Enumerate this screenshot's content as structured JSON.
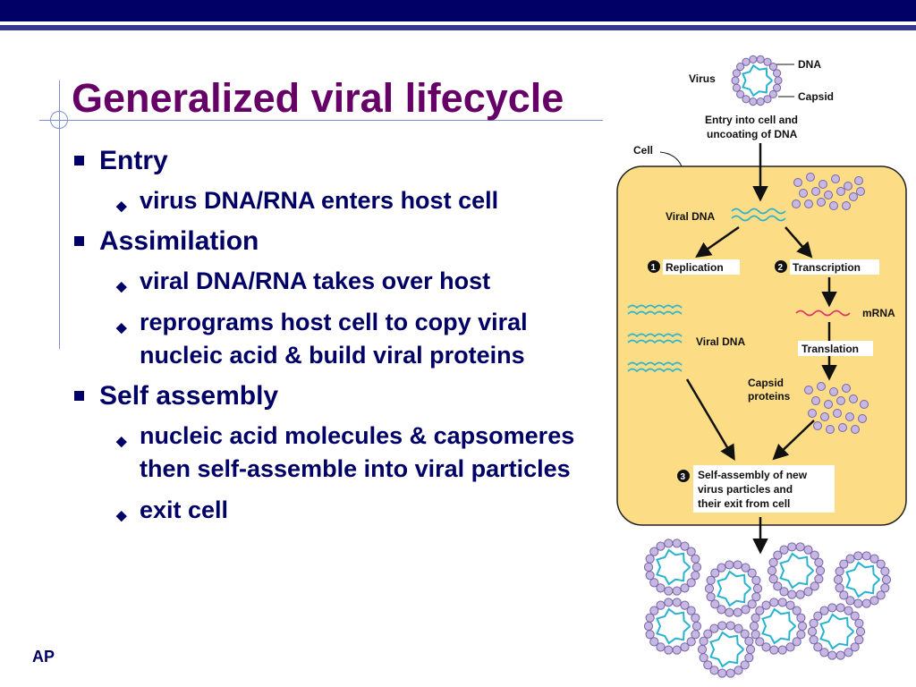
{
  "slide": {
    "title": "Generalized viral lifecycle",
    "footer": "AP",
    "bullets": [
      {
        "label": "Entry",
        "subs": [
          "virus DNA/RNA enters host cell"
        ]
      },
      {
        "label": "Assimilation",
        "subs": [
          "viral DNA/RNA takes over host",
          "reprograms host cell to copy viral nucleic acid & build viral proteins"
        ]
      },
      {
        "label": "Self assembly",
        "subs": [
          "nucleic acid molecules & capsomeres then self-assemble into viral particles",
          "exit cell"
        ]
      }
    ]
  },
  "figure": {
    "virus": "Virus",
    "dna": "DNA",
    "capsid": "Capsid",
    "entry_l1": "Entry into cell and",
    "entry_l2": "uncoating of DNA",
    "cell": "Cell",
    "viral_dna": "Viral DNA",
    "step1": "Replication",
    "step2": "Transcription",
    "step1_num": "1",
    "step2_num": "2",
    "step3_num": "3",
    "mrna": "mRNA",
    "viral_dna2": "Viral DNA",
    "translation": "Translation",
    "capsid_proteins_l1": "Capsid",
    "capsid_proteins_l2": "proteins",
    "assembly_l1": "Self-assembly of new",
    "assembly_l2": "virus particles and",
    "assembly_l3": "their exit from cell"
  },
  "colors": {
    "title": "#660066",
    "text": "#000066",
    "cell_fill": "#fcdc85",
    "capsid": "#c7b7e2",
    "capsid_stroke": "#7566a8",
    "dna": "#29b3d1",
    "mrna": "#e0306a"
  }
}
